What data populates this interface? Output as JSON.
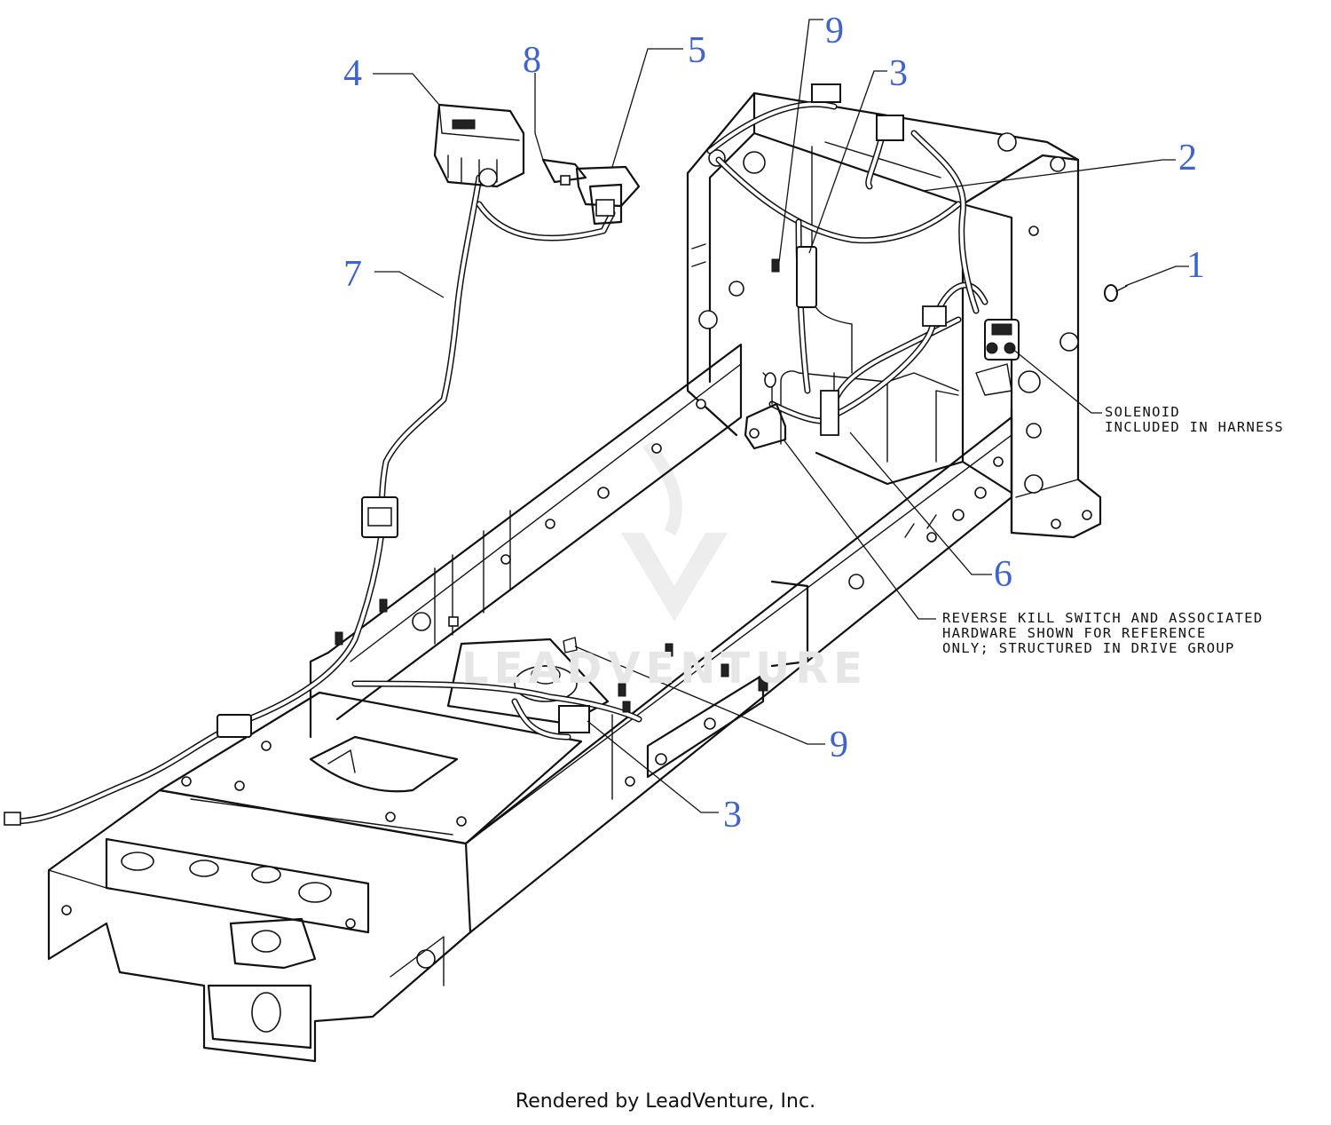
{
  "callouts": {
    "c1": "1",
    "c2": "2",
    "c3_top": "3",
    "c3_bottom": "3",
    "c4": "4",
    "c5": "5",
    "c6": "6",
    "c7": "7",
    "c8": "8",
    "c9_top": "9",
    "c9_bottom": "9"
  },
  "notes": {
    "solenoid": "SOLENOID\nINCLUDED IN HARNESS",
    "reverse_kill": "REVERSE KILL SWITCH AND ASSOCIATED\nHARDWARE SHOWN FOR REFERENCE\nONLY; STRUCTURED IN DRIVE GROUP"
  },
  "watermark": "LEADVENTURE",
  "footer": "Rendered by LeadVenture, Inc.",
  "colors": {
    "callout": "#3f63c9",
    "line": "#111111"
  }
}
